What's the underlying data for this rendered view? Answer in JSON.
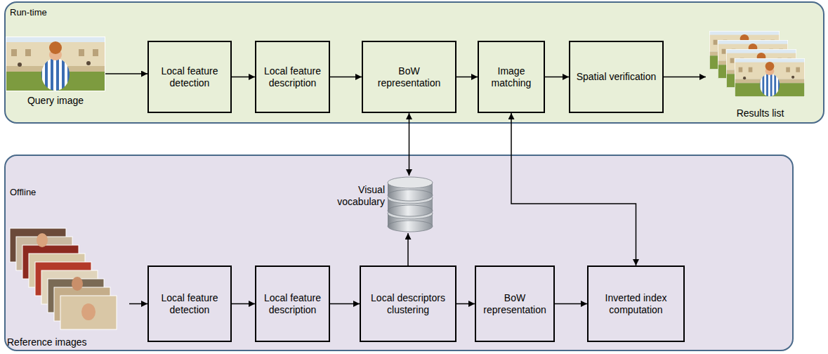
{
  "diagram": {
    "nodes": [
      {
        "text": [
          "Run-time"
        ]
      },
      {
        "text": [
          "Query image"
        ],
        "in": 0
      },
      {
        "text": [
          "Local feature detection"
        ],
        "in": 0
      },
      {
        "text": [
          "Local feature description"
        ],
        "in": 0
      },
      {
        "text": [
          "BoW representation"
        ],
        "in": 0
      },
      {
        "text": [
          "Image matching"
        ],
        "in": 0
      },
      {
        "text": [
          "Spatial verification"
        ],
        "in": 0
      },
      {
        "text": [
          "Results list"
        ],
        "in": 0
      },
      {
        "text": [
          "Offline"
        ]
      },
      {
        "text": [
          "Reference images"
        ],
        "in": 8
      },
      {
        "text": [
          "Local feature detection"
        ],
        "in": 8
      },
      {
        "text": [
          "Local feature description"
        ],
        "in": 8
      },
      {
        "text": [
          "Visual vocabulary"
        ],
        "in": 8
      },
      {
        "text": [
          "Local descriptors clustering"
        ],
        "in": 8
      },
      {
        "text": [
          "BoW representation"
        ],
        "in": 8
      },
      {
        "text": [
          "Inverted index computation"
        ],
        "in": 8
      }
    ],
    "edges": [
      {
        "from": 1,
        "to": 2,
        "arrow": "to"
      },
      {
        "from": 2,
        "to": 3,
        "arrow": "to"
      },
      {
        "from": 3,
        "to": 4,
        "arrow": "to"
      },
      {
        "from": 4,
        "to": 5,
        "arrow": "to"
      },
      {
        "from": 5,
        "to": 6,
        "arrow": "to"
      },
      {
        "from": 6,
        "to": 7,
        "arrow": "to"
      },
      {
        "from": 4,
        "to": 12,
        "arrow": "both"
      },
      {
        "from": 5,
        "to": 15,
        "arrow": "both"
      },
      {
        "from": 9,
        "to": 10,
        "arrow": "to"
      },
      {
        "from": 10,
        "to": 11,
        "arrow": "to"
      },
      {
        "from": 11,
        "to": 13,
        "arrow": "to"
      },
      {
        "from": 13,
        "to": 12,
        "arrow": "to"
      },
      {
        "from": 13,
        "to": 14,
        "arrow": "to"
      },
      {
        "from": 14,
        "to": 15,
        "arrow": "to"
      }
    ]
  }
}
